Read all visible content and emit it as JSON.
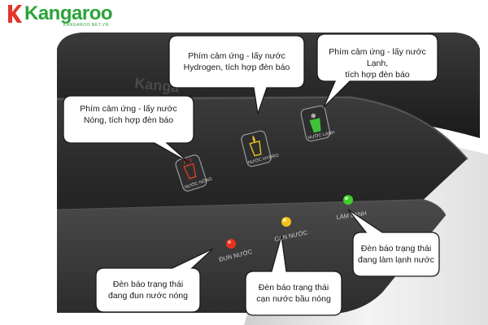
{
  "brand": {
    "name": "Kangaroo",
    "website": "KANGAROO.NET.VN"
  },
  "callouts": {
    "hot_key": "Phím cảm ứng - lấy nước\nNóng, tích hợp đèn báo",
    "hydrogen_key": "Phím cảm ứng - lấy nước\nHydrogen, tích hợp đèn báo",
    "cold_key": "Phím cảm ứng - lấy nước Lạnh,\ntích hợp đèn báo",
    "heating_led": "Đèn báo trạng thái\nđang đun nước nóng",
    "low_water_led": "Đèn báo trạng thái\ncạn nước bầu nóng",
    "cooling_led": "Đèn báo trạng thái\nđang làm lạnh nước"
  },
  "buttons": {
    "hot": "NƯỚC NÓNG",
    "hydrogen": "NƯỚC HYDRO",
    "cold": "NƯỚC LẠNH"
  },
  "leds": {
    "heating": {
      "label": "ĐUN NƯỚC",
      "color": "#e8321c"
    },
    "low_water": {
      "label": "CẠN NƯỚC",
      "color": "#f2c21a"
    },
    "cooling": {
      "label": "LÀM LẠNH",
      "color": "#3fcf2a"
    }
  },
  "colors": {
    "panel_dark": "#2b2b2b",
    "panel_top": "#1e1e1e",
    "body_white": "#e9e9e9",
    "hot_icon": "#e0392b",
    "hydrogen_icon": "#e8c020",
    "cold_icon": "#3fc23a"
  }
}
